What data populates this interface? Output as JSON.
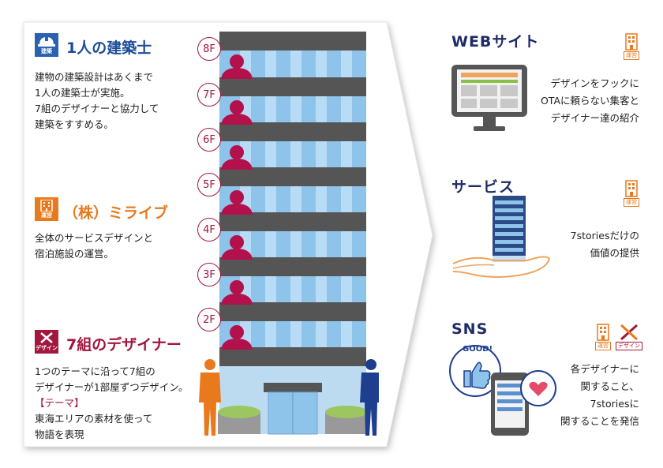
{
  "left": {
    "architect": {
      "icon_label": "建築",
      "title": "1人の建築士",
      "lines": [
        "建物の建築設計はあくまで",
        "1人の建築士が実施。",
        "7組のデザイナーと協力して",
        "建築をすすめる。"
      ]
    },
    "company": {
      "icon_label": "運営",
      "title": "（株）ミライブ",
      "lines": [
        "全体のサービスデザインと",
        "宿泊施設の運営。"
      ]
    },
    "designers": {
      "icon_label": "デザイン",
      "title": "7組のデザイナー",
      "lines": [
        "1つのテーマに沿って7組の",
        "デザイナーが1部屋ずつデザイン。"
      ],
      "theme_label": "【テーマ】",
      "theme_lines": [
        "東海エリアの素材を使って",
        "物語を表現"
      ]
    }
  },
  "floors": [
    "8F",
    "7F",
    "6F",
    "5F",
    "4F",
    "3F",
    "2F"
  ],
  "right": {
    "web": {
      "title": "WEBサイト",
      "icon_label": "運営",
      "lines": [
        "デザインをフックに",
        "OTAに頼らない集客と",
        "デザイナー達の紹介"
      ]
    },
    "service": {
      "title": "サービス",
      "icon_label": "運営",
      "lines": [
        "7storiesだけの",
        "価値の提供"
      ]
    },
    "sns": {
      "title": "SNS",
      "icon_label_1": "運営",
      "icon_label_2": "デザイン",
      "bubble_text": "GOOD!",
      "lines": [
        "各デザイナーに",
        "関すること、",
        "7storiesに",
        "関することを発信"
      ]
    }
  },
  "colors": {
    "navy": "#1e2b66",
    "blue_icon": "#2a61b0",
    "orange": "#e9791d",
    "crimson": "#a3163d",
    "gray_floor": "#555555",
    "window_blue": "#8ec3ea"
  }
}
